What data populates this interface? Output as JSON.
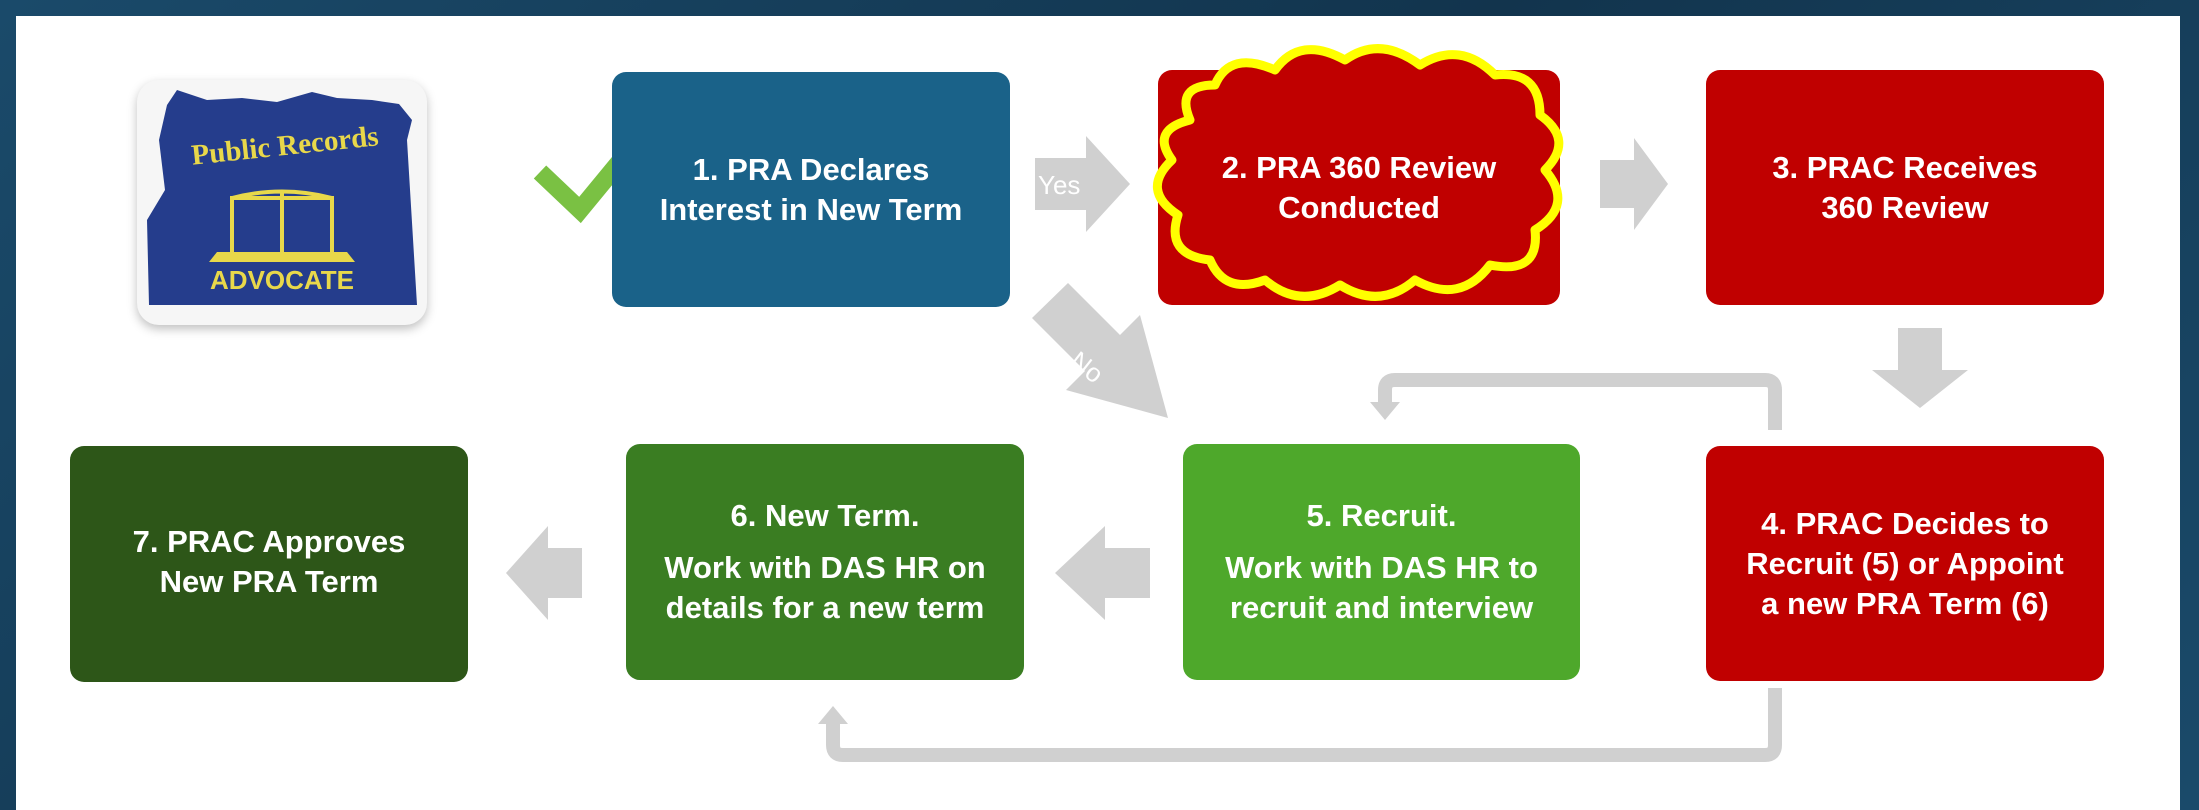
{
  "colors": {
    "navy_frame": "#163f5c",
    "blue": "#1a6289",
    "red": "#c00000",
    "green_light": "#4ea82b",
    "green_mid": "#3a7d22",
    "green_dark": "#2d5618",
    "arrow_gray": "#d0d0d0",
    "cloud_yellow": "#ffff00",
    "check_green": "#7ac143"
  },
  "logo": {
    "top_text": "Public Records",
    "bottom_text": "ADVOCATE"
  },
  "steps": {
    "s1": {
      "line1": "1. PRA Declares",
      "line2": "Interest in New Term"
    },
    "s2": {
      "line1": "2. PRA 360 Review",
      "line2": "Conducted"
    },
    "s3": {
      "line1": "3. PRAC Receives",
      "line2": "360 Review"
    },
    "s4": {
      "line1": "4. PRAC Decides to",
      "line2": "Recruit (5) or Appoint",
      "line3": "a new PRA Term (6)"
    },
    "s5": {
      "title": "5. Recruit.",
      "line1": "Work with DAS HR to",
      "line2": "recruit and interview"
    },
    "s6": {
      "title": "6. New Term.",
      "line1": "Work with DAS HR on",
      "line2": "details for a new term"
    },
    "s7": {
      "line1": "7. PRAC Approves",
      "line2": "New PRA Term"
    }
  },
  "arrow_labels": {
    "yes": "Yes",
    "no": "No"
  },
  "icons": [
    "checkmark-icon",
    "cloud-highlight"
  ]
}
